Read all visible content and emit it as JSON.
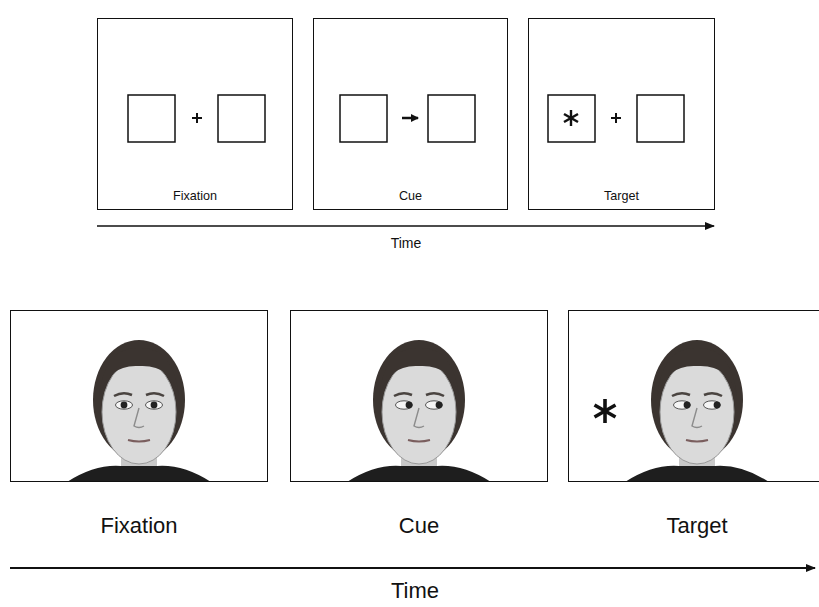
{
  "diagram": {
    "nodes": [
      {
        "text": [
          "Fixation"
        ]
      },
      {
        "text": [
          "Cue"
        ]
      },
      {
        "text": [
          "Target"
        ]
      },
      {
        "text": [
          "Fixation"
        ]
      },
      {
        "text": [
          "Cue"
        ]
      },
      {
        "text": [
          "Target"
        ]
      }
    ],
    "labels": [
      "Time",
      "Time"
    ]
  }
}
